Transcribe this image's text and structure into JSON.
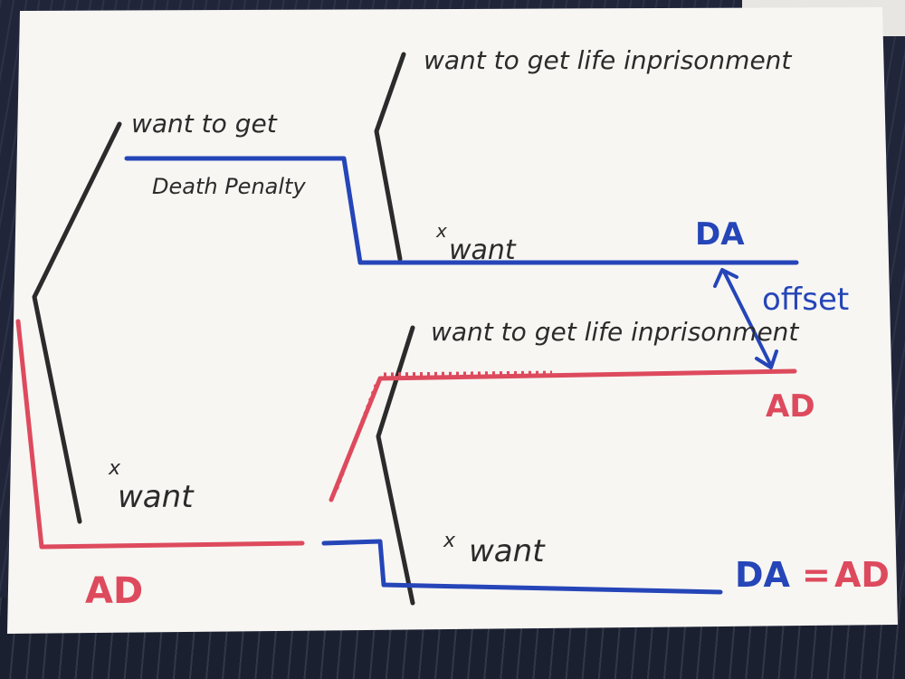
{
  "colors": {
    "paper": "#f7f6f3",
    "black": "#2b2b2b",
    "blue": "#2545b8",
    "red": "#de4a5d"
  },
  "labels": {
    "top_left_want": "want to get",
    "death_penalty": "Death Penalty",
    "top_right_want": "want to get life inprisonment",
    "x_want_top": "want",
    "x_mark": "x",
    "da_top": "DA",
    "offset": "offset",
    "mid_right_want": "want to get life inprisonment",
    "ad_right": "AD",
    "x_want_left": "want",
    "ad_left": "AD",
    "x_want_bottom": "want",
    "da_eq": "DA",
    "eq_sign": "=",
    "ad_eq": "AD"
  }
}
